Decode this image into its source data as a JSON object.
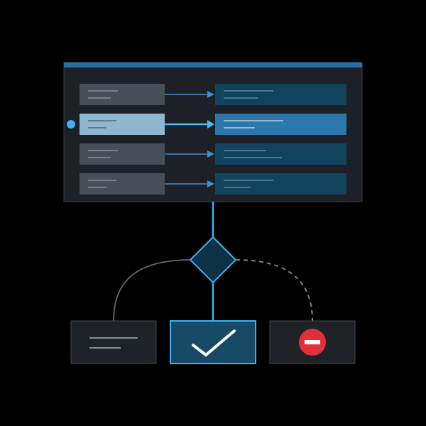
{
  "colors": {
    "background": "#000000",
    "panel_bg": "#1d2026",
    "panel_border": "#3b414b",
    "panel_header": "#2a6fa6",
    "left_row": "#484d57",
    "left_row_selected": "#8eb6cf",
    "right_row": "#12435c",
    "right_row_selected": "#2c77ab",
    "placeholder_line": "#8a8f98",
    "placeholder_line_selected": "#4a6a80",
    "right_line": "#5b8aa6",
    "right_line_selected": "#b7d3e6",
    "arrow": "#3d8fd6",
    "arrow_selected": "#4cbcf5",
    "accent": "#3fb0f0",
    "diamond_fill": "#0d3247",
    "branch_solid": "#5a6069",
    "branch_dashed": "#7c8189",
    "outcome_bg": "#1f2227",
    "outcome_border": "#434850",
    "approve_bg": "#174a66",
    "reject_red": "#e2303b"
  },
  "mapping_rows": [
    {
      "selected": false
    },
    {
      "selected": true
    },
    {
      "selected": false
    },
    {
      "selected": false
    }
  ],
  "outcomes": [
    {
      "kind": "text-lines",
      "icon": "document-lines-icon"
    },
    {
      "kind": "approve",
      "icon": "check-icon"
    },
    {
      "kind": "reject",
      "icon": "no-entry-icon"
    }
  ]
}
